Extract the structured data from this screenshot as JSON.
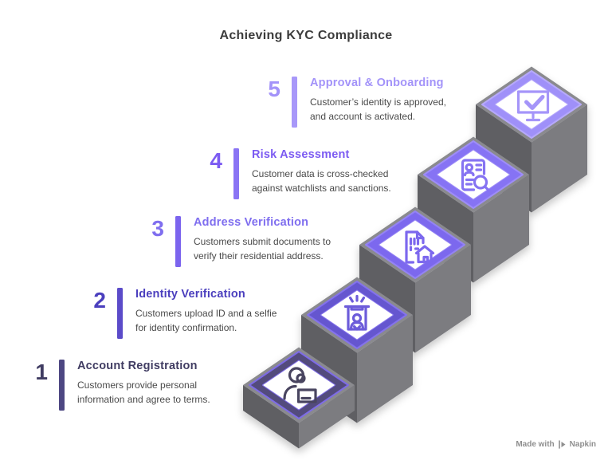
{
  "title": "Achieving KYC Compliance",
  "watermark": {
    "prefix": "Made with",
    "brand": "Napkin"
  },
  "colors": {
    "background": "#ffffff",
    "title": "#3c3c3c",
    "description": "#4a4a4a",
    "watermark": "#8f8f8f",
    "slab_top": "#8a8a8e",
    "slab_left": "#5f5f64",
    "slab_right": "#7b7b80",
    "tile_inner": "#ffffff"
  },
  "steps": [
    {
      "number": "1",
      "title": "Account Registration",
      "description": "Customers provide personal\ninformation and agree to terms.",
      "accent": "#403c62",
      "bar_color": "#4d4782",
      "band_color": "#534b7d",
      "band_edge": "#7e6ce6",
      "icon_color": "#4a4560",
      "icon": "person-id-card"
    },
    {
      "number": "2",
      "title": "Identity Verification",
      "description": "Customers upload ID and a selfie\nfor identity confirmation.",
      "accent": "#4b3fbe",
      "bar_color": "#5b4bc9",
      "band_color": "#6557cf",
      "band_edge": "#8472ec",
      "icon_color": "#6c5cda",
      "icon": "selfie-frame"
    },
    {
      "number": "3",
      "title": "Address Verification",
      "description": "Customers submit documents to\nverify their residential address.",
      "accent": "#7f6eef",
      "bar_color": "#7b64ee",
      "band_color": "#7b67ee",
      "band_edge": "#9483f4",
      "icon_color": "#7b67ee",
      "icon": "document-house"
    },
    {
      "number": "4",
      "title": "Risk Assessment",
      "description": "Customer data is cross-checked\nagainst watchlists and sanctions.",
      "accent": "#7c5bf2",
      "bar_color": "#8a74f4",
      "band_color": "#8673f4",
      "band_edge": "#9e8df8",
      "icon_color": "#8673f2",
      "icon": "id-magnifier"
    },
    {
      "number": "5",
      "title": "Approval & Onboarding",
      "description": "Customer’s identity is approved,\nand account is activated.",
      "accent": "#a393f9",
      "bar_color": "#a898f9",
      "band_color": "#9f90f9",
      "band_edge": "#b6a9fb",
      "icon_color": "#a595f9",
      "icon": "monitor-check"
    }
  ]
}
